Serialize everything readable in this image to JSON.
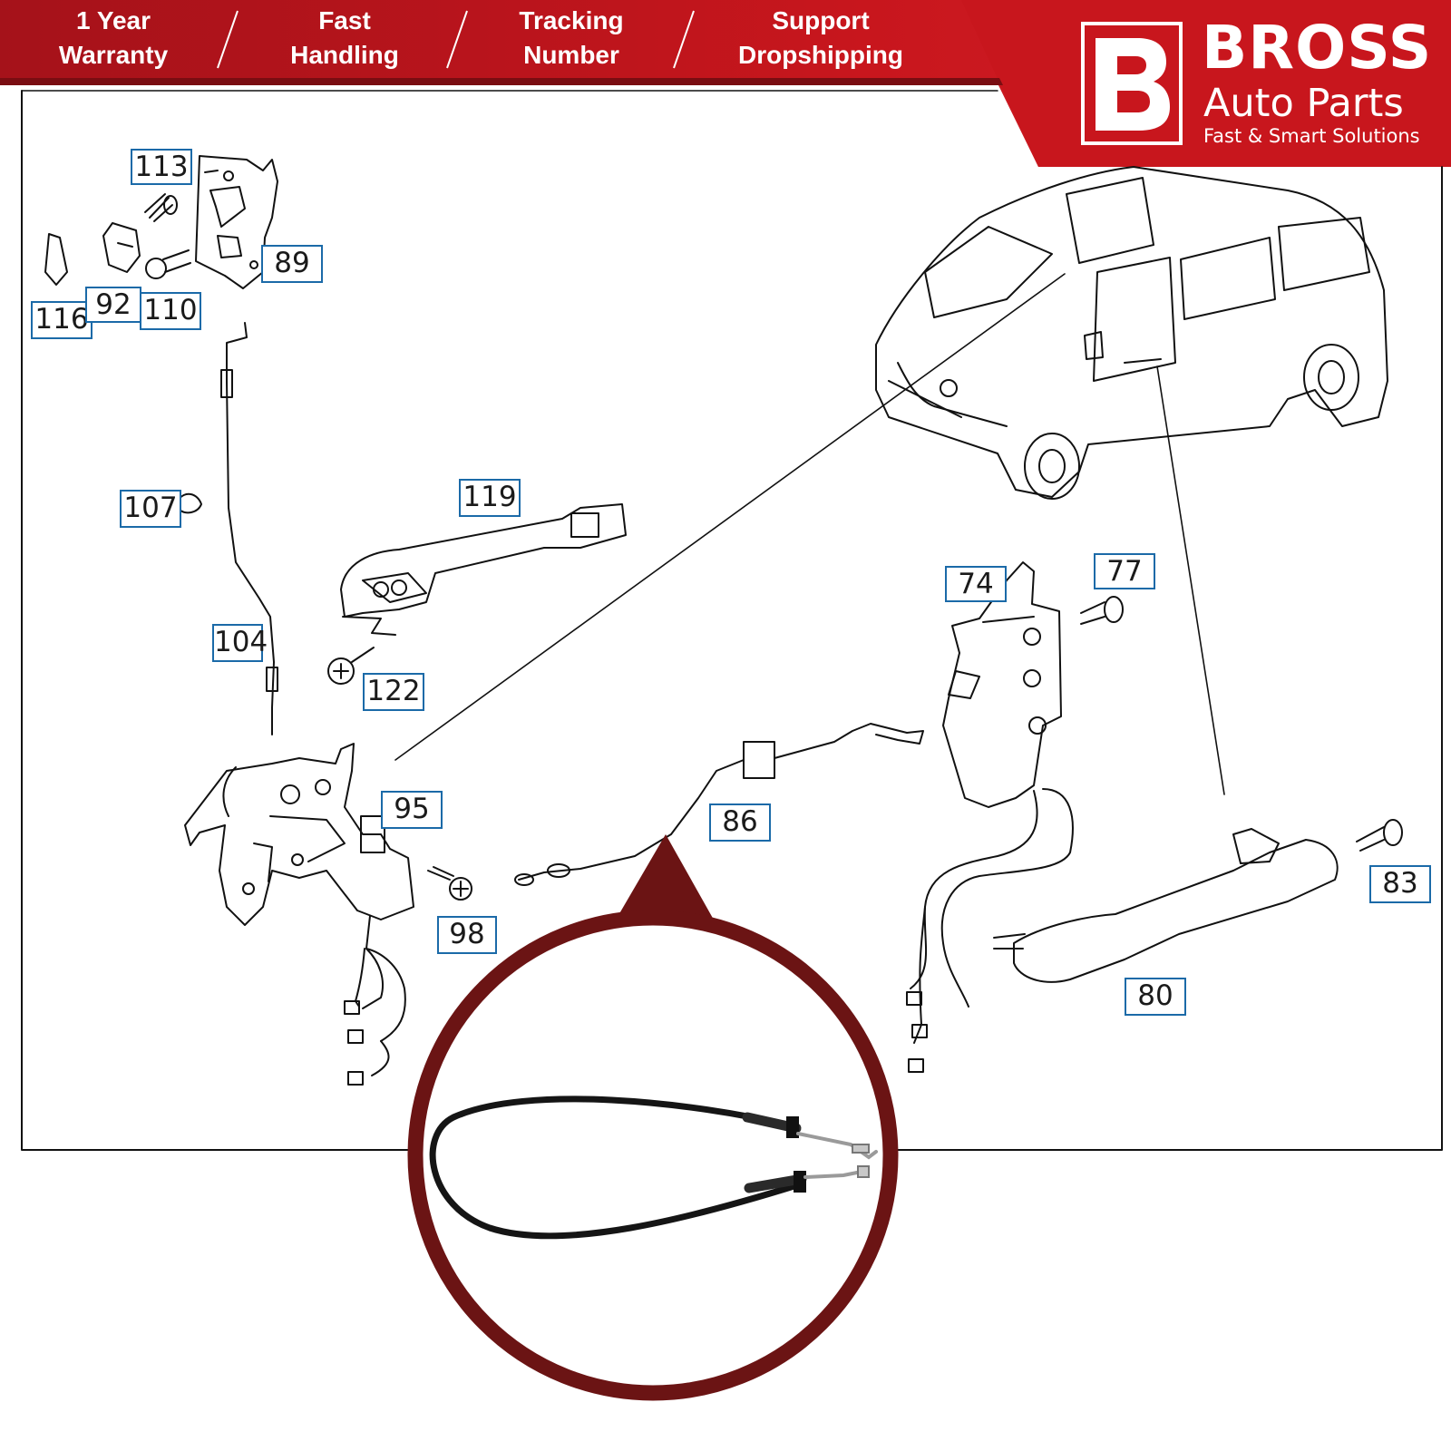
{
  "header": {
    "features": [
      {
        "line1": "1 Year",
        "line2": "Warranty"
      },
      {
        "line1": "Fast",
        "line2": "Handling"
      },
      {
        "line1": "Tracking",
        "line2": "Number"
      },
      {
        "line1": "Support",
        "line2": "Dropshipping"
      }
    ],
    "brand": {
      "logo_letter": "B",
      "name": "BROSS",
      "subtitle": "Auto Parts",
      "tagline": "Fast & Smart Solutions"
    }
  },
  "callouts": {
    "c113": "113",
    "c89": "89",
    "c116": "116",
    "c92": "92",
    "c110": "110",
    "c107": "107",
    "c104": "104",
    "c119": "119",
    "c122": "122",
    "c95": "95",
    "c98": "98",
    "c86": "86",
    "c74": "74",
    "c77": "77",
    "c83": "83",
    "c80": "80"
  },
  "colors": {
    "brand_red": "#c8161d",
    "brand_dark_red": "#8e0f16",
    "circle_ring": "#6b1414",
    "callout_border": "#1b6aa8"
  },
  "icons": {
    "logo": "bross-logo-icon",
    "pointer": "pointer-triangle-icon",
    "product": "door-cable-product-icon"
  }
}
